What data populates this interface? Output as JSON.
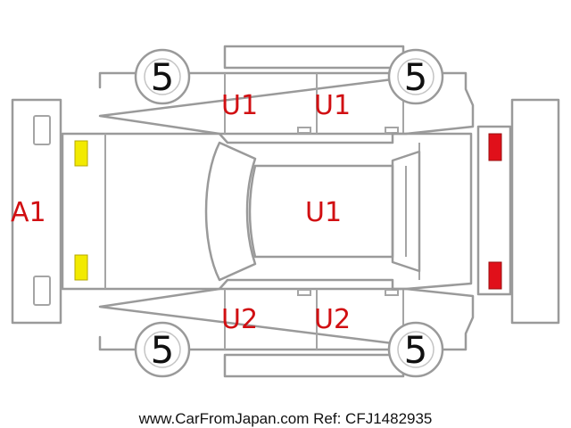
{
  "labels": {
    "front_bumper": "A1",
    "left_front_door": "U1",
    "left_rear_door": "U1",
    "roof": "U1",
    "right_front_door": "U2",
    "right_rear_door": "U2"
  },
  "tires": {
    "top_front": "5",
    "top_rear": "5",
    "bottom_front": "5",
    "bottom_rear": "5"
  },
  "footer": "www.CarFromJapan.com Ref: CFJ1482935",
  "colors": {
    "label": "#d10f12",
    "outline": "#9a9a9a",
    "headlight": "#f2ea00",
    "taillight": "#e0101a"
  }
}
